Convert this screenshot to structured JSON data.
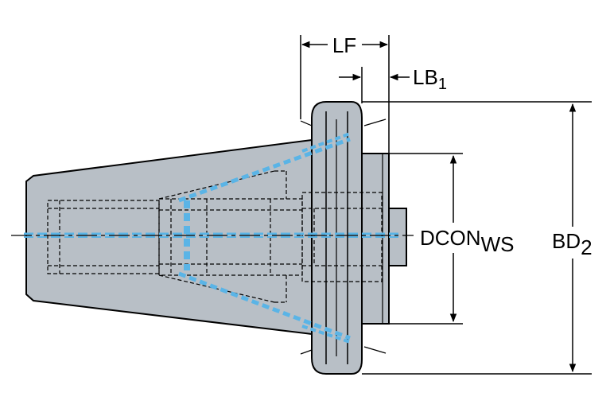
{
  "labels": {
    "lf": "LF",
    "lb_main": "LB",
    "lb_sub": "1",
    "dcon_main": "DCON",
    "dcon_sub": "WS",
    "bd_main": "BD",
    "bd_sub": "2"
  },
  "colors": {
    "body": "#b8bfc6",
    "outline": "#000000",
    "coolant": "#5ab4e6",
    "background": "#ffffff"
  }
}
